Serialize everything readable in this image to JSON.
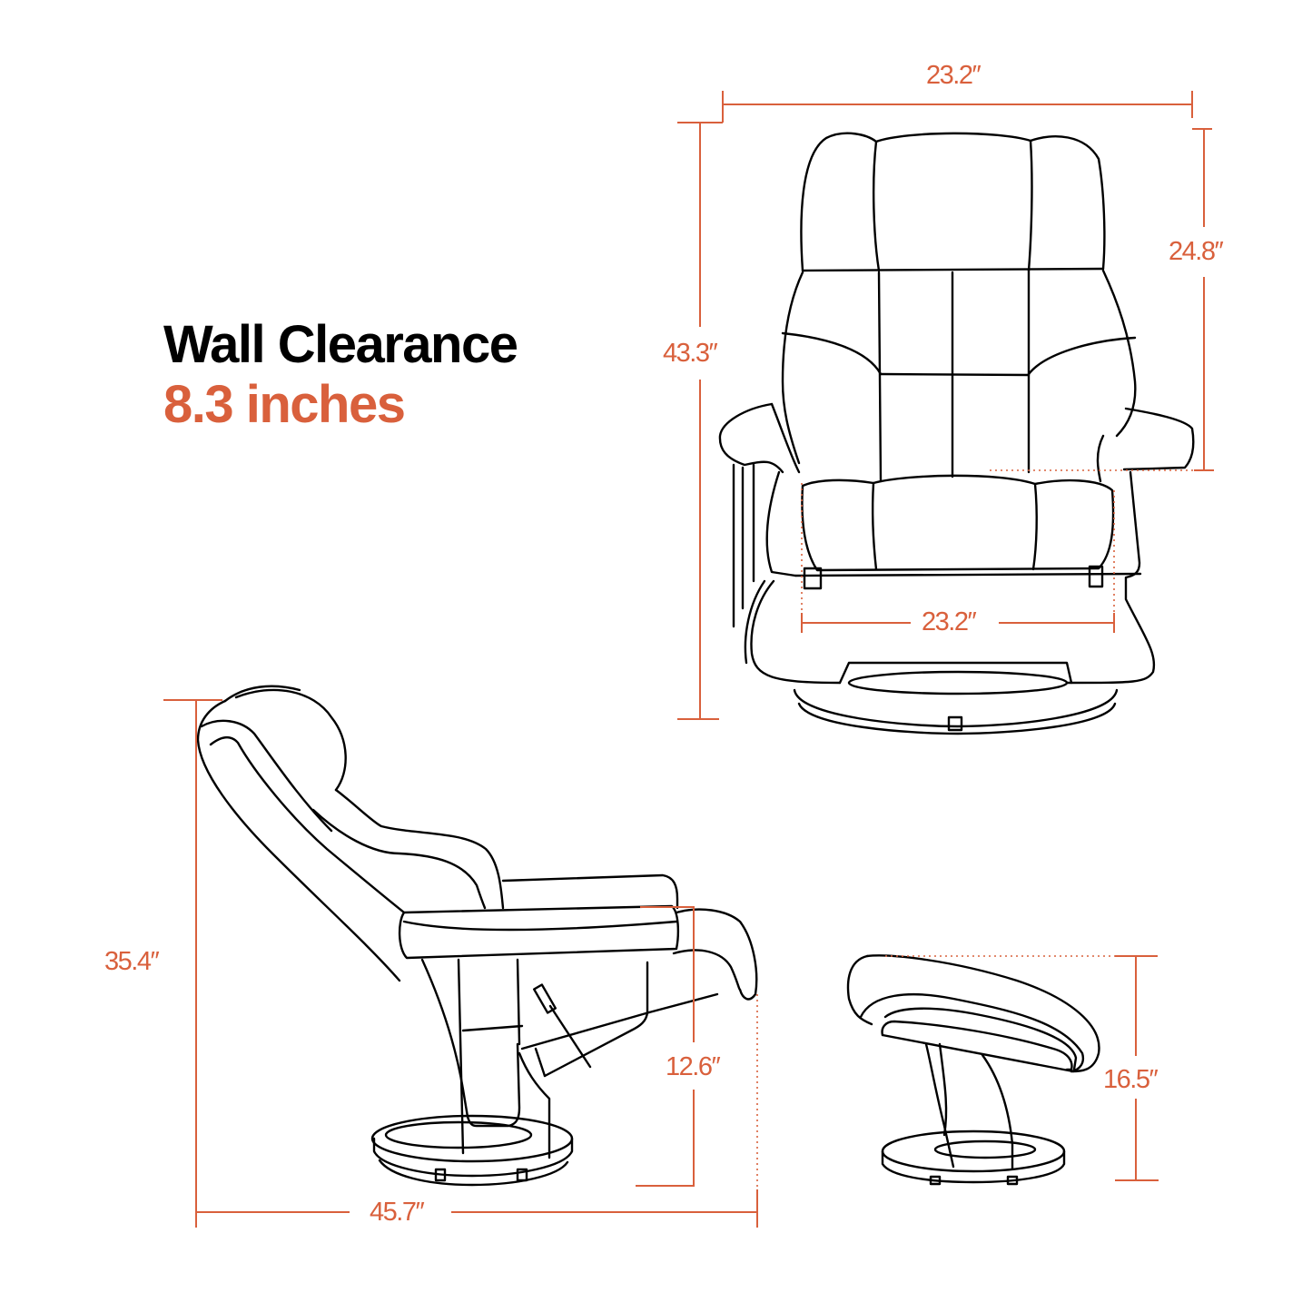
{
  "title": {
    "line1": "Wall Clearance",
    "line2": "8.3 inches"
  },
  "colors": {
    "accent": "#d9603c",
    "ink": "#000000",
    "background": "#ffffff"
  },
  "front_view": {
    "overall_width": "23.2″",
    "overall_height": "43.3″",
    "seat_to_top_height": "24.8″",
    "seat_width": "23.2″"
  },
  "side_view": {
    "height": "35.4″",
    "depth_reclined": "45.7″",
    "seat_height": "12.6″"
  },
  "ottoman": {
    "height": "16.5″"
  }
}
